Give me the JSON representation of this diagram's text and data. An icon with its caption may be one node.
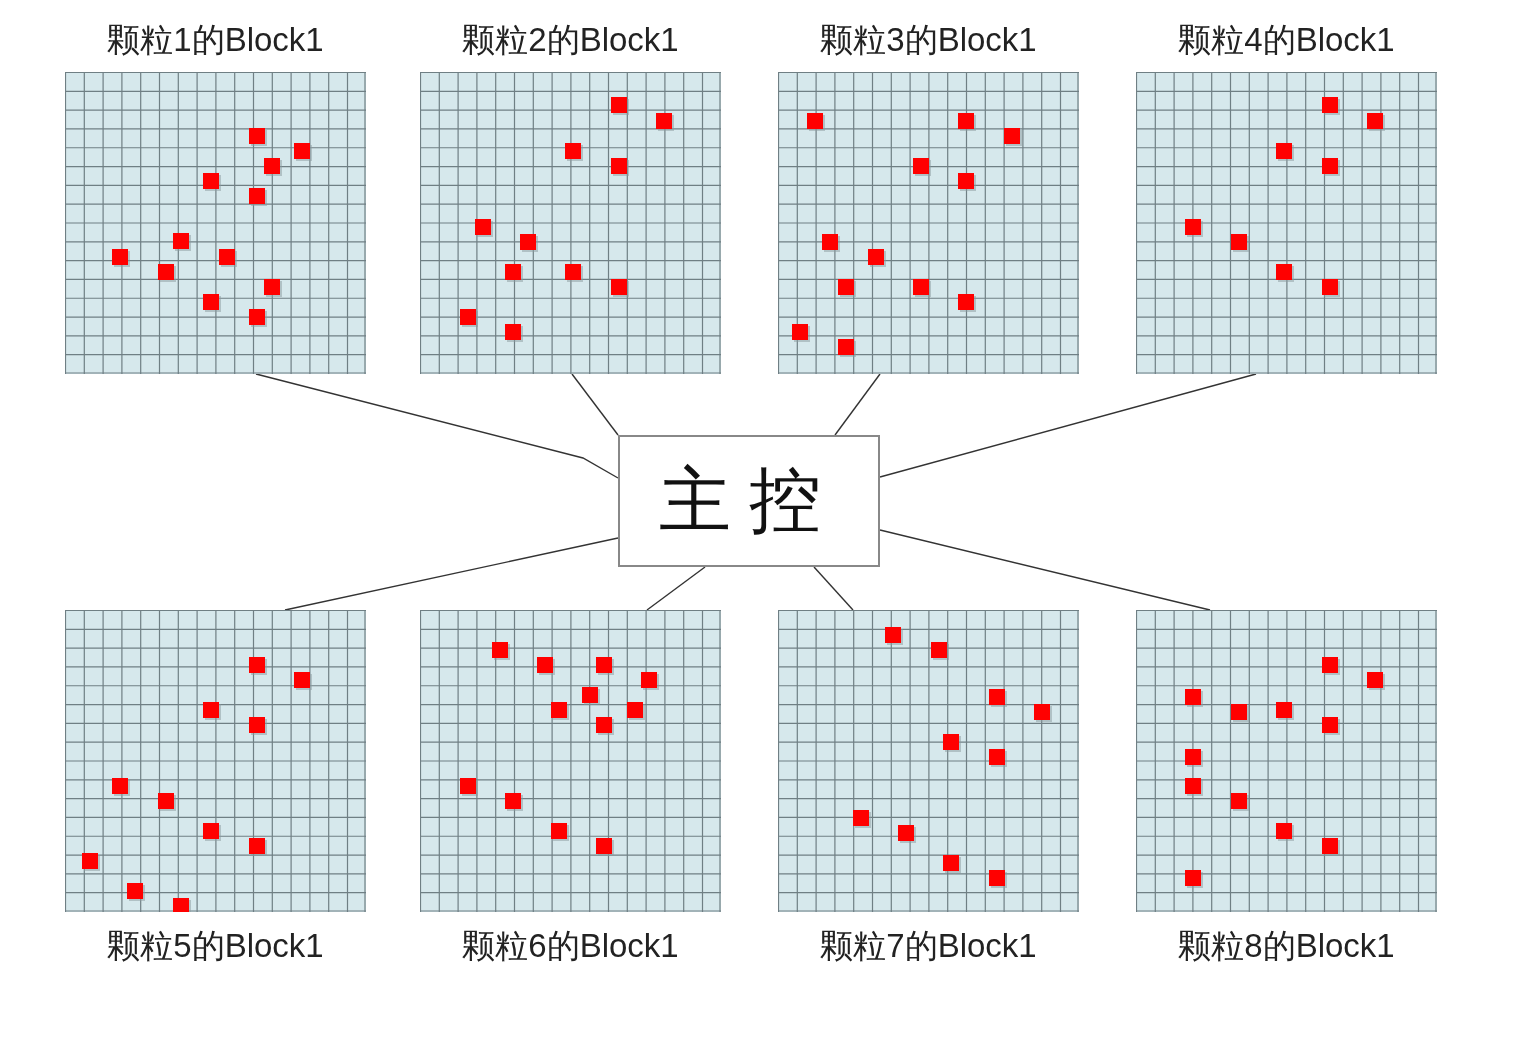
{
  "diagram": {
    "nodes": [
      {
        "text": [
          "颗粒1的Block1"
        ]
      },
      {
        "text": [
          "颗粒2的Block1"
        ]
      },
      {
        "text": [
          "颗粒3的Block1"
        ]
      },
      {
        "text": [
          "颗粒4的Block1"
        ]
      },
      {
        "text": [
          "主控"
        ]
      },
      {
        "text": [
          "颗粒5的Block1"
        ]
      },
      {
        "text": [
          "颗粒6的Block1"
        ]
      },
      {
        "text": [
          "颗粒7的Block1"
        ]
      },
      {
        "text": [
          "颗粒8的Block1"
        ]
      }
    ],
    "edges": [
      {
        "from": 4,
        "to": 0,
        "arrow": "none"
      },
      {
        "from": 4,
        "to": 1,
        "arrow": "none"
      },
      {
        "from": 4,
        "to": 2,
        "arrow": "none"
      },
      {
        "from": 4,
        "to": 3,
        "arrow": "none"
      },
      {
        "from": 4,
        "to": 5,
        "arrow": "none"
      },
      {
        "from": 4,
        "to": 6,
        "arrow": "none"
      },
      {
        "from": 4,
        "to": 7,
        "arrow": "none"
      },
      {
        "from": 4,
        "to": 8,
        "arrow": "none"
      }
    ]
  }
}
